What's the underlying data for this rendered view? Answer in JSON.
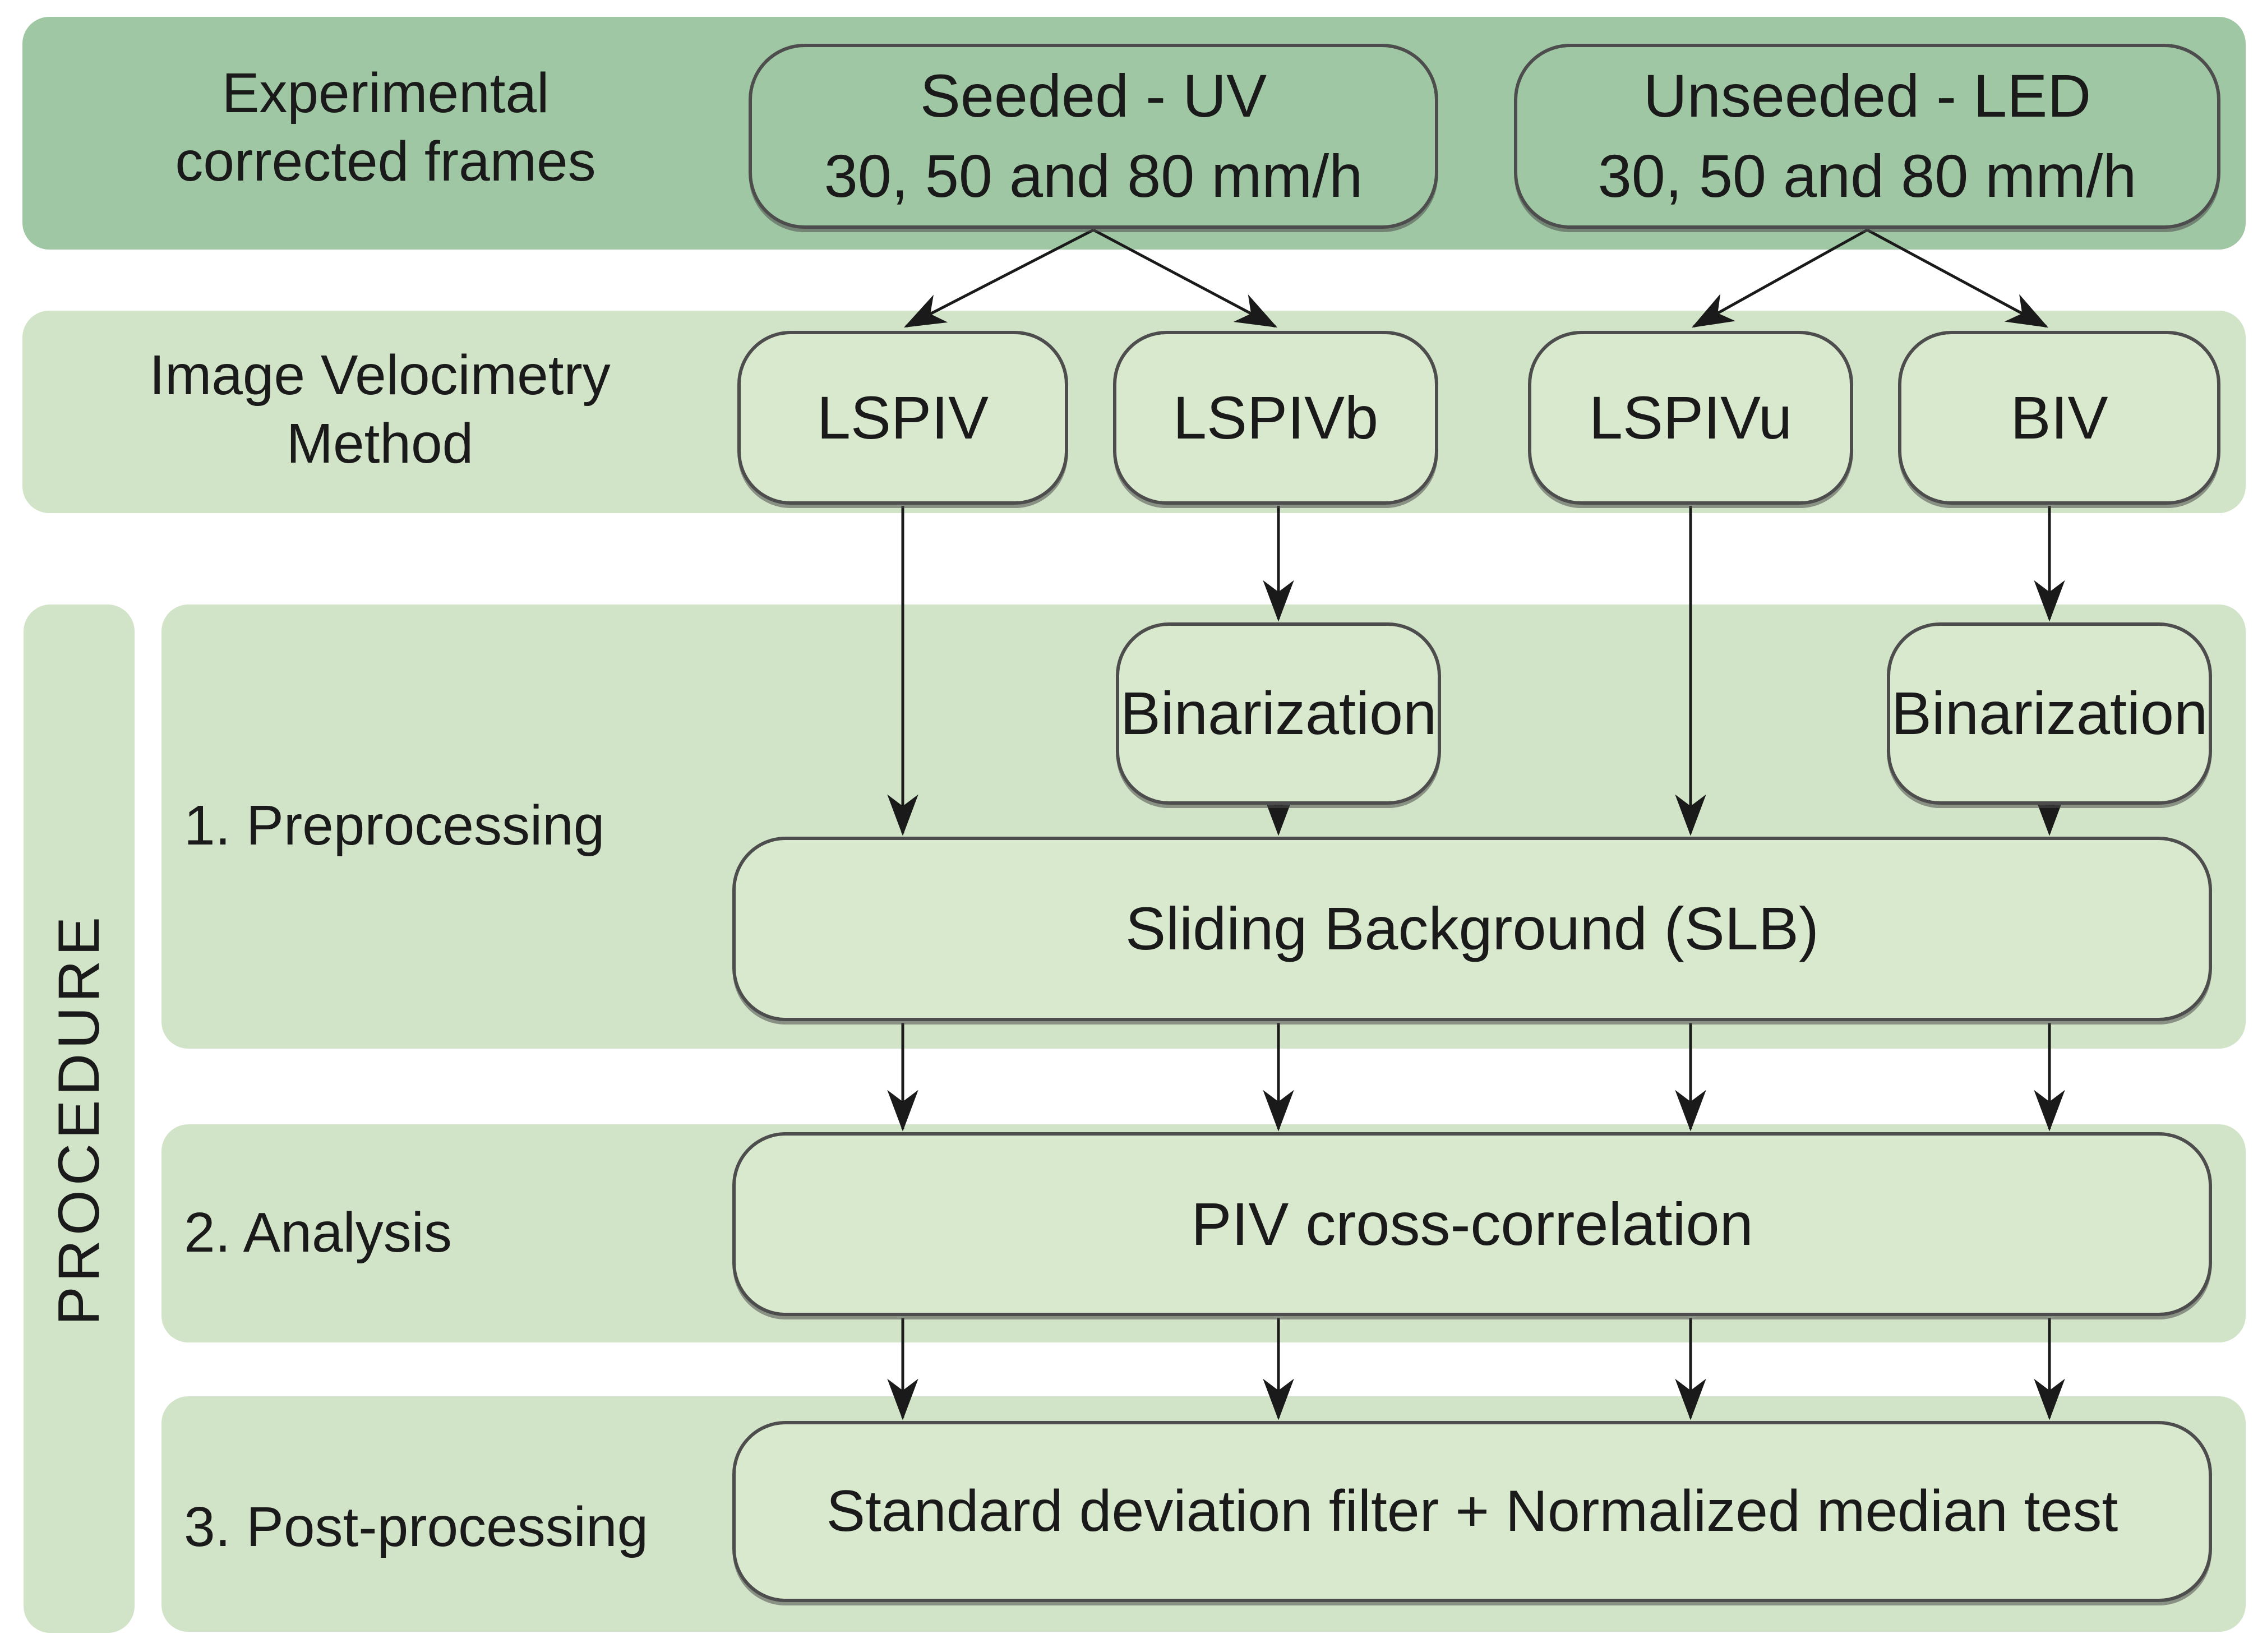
{
  "colors": {
    "background": "#ffffff",
    "band_dark_green": "#9fc7a3",
    "band_light_green": "#d1e4c8",
    "node_fill_light": "#d9e9ce",
    "node_border_gray": "#4d4d4d",
    "arrow_black": "#1a1a1a",
    "text": "#1a1a1a"
  },
  "top_band": {
    "label": [
      "Experimental",
      "corrected frames"
    ],
    "boxes": [
      {
        "id": "seeded-uv",
        "lines": [
          "Seeded - UV",
          "30, 50 and 80 mm/h"
        ]
      },
      {
        "id": "unseeded-led",
        "lines": [
          "Unseeded - LED",
          "30, 50 and 80 mm/h"
        ]
      }
    ]
  },
  "method_band": {
    "label": [
      "Image Velocimetry",
      "Method"
    ],
    "boxes": [
      {
        "label": "LSPIV"
      },
      {
        "label": "LSPIVb"
      },
      {
        "label": "LSPIVu"
      },
      {
        "label": "BIV"
      }
    ]
  },
  "procedure": {
    "sidebar_label": "PROCEDURE",
    "steps": [
      {
        "label": "1. Preprocessing"
      },
      {
        "label": "2. Analysis"
      },
      {
        "label": "3. Post-processing"
      }
    ]
  },
  "nodes": {
    "binarization_left": "Binarization",
    "binarization_right": "Binarization",
    "sliding_background": "Sliding Background (SLB)",
    "piv_cross_correlation": "PIV cross-correlation",
    "postprocessing_filter": "Standard deviation filter + Normalized median test"
  }
}
